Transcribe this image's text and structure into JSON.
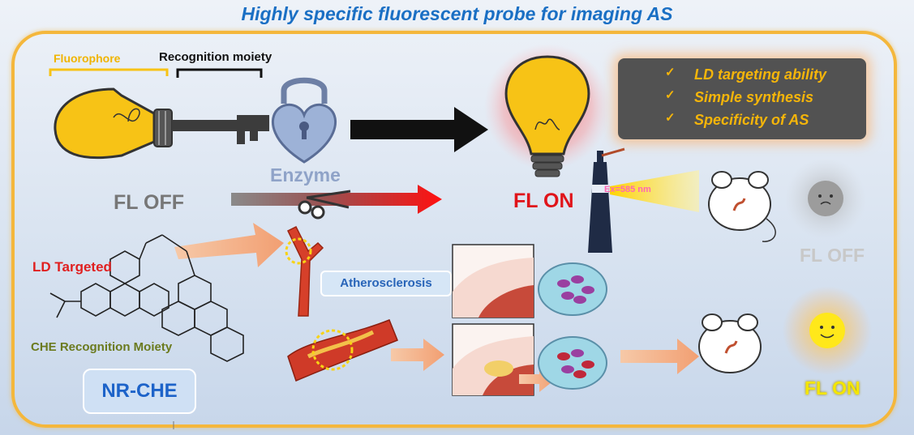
{
  "title": "Highly specific fluorescent probe for imaging AS",
  "labels": {
    "fluorophore": "Fluorophore",
    "recognition_moiety": "Recognition moiety",
    "enzyme": "Enzyme",
    "fl_off": "FL OFF",
    "fl_on": "FL ON",
    "ld_targeted": "LD Targeted",
    "che_recognition": "CHE Recognition Moiety",
    "probe_name": "NR-CHE",
    "atherosclerosis": "Atherosclerosis",
    "excitation": "Ex=585 nm"
  },
  "features": [
    {
      "check": "✓",
      "text": "LD targeting ability"
    },
    {
      "check": "✓",
      "text": "Simple synthesis"
    },
    {
      "check": "✓",
      "text": "Specificity of AS"
    }
  ],
  "colors": {
    "title_blue": "#1a6fc4",
    "frame_orange": "#f4b73c",
    "bulb_yellow": "#f7c316",
    "on_red": "#e0141a",
    "feature_gold": "#f5b50a"
  }
}
